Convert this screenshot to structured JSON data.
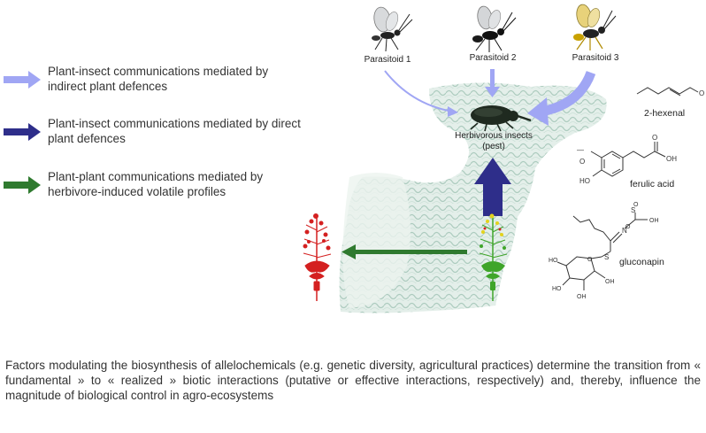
{
  "legend": [
    {
      "label": "Plant-insect communications mediated by indirect plant defences",
      "color": "#a0a6f4"
    },
    {
      "label": "Plant-insect communications mediated by direct plant defences",
      "color": "#2e2e8a"
    },
    {
      "label": "Plant-plant communications mediated by herbivore-induced volatile profiles",
      "color": "#2f7a2f"
    }
  ],
  "parasitoids": [
    "Parasitoid 1",
    "Parasitoid 2",
    "Parasitoid 3"
  ],
  "pest": {
    "line1": "Herbivorous insects",
    "line2": "(pest)"
  },
  "chemicals": {
    "hexenal": "2-hexenal",
    "ferulic": "ferulic acid",
    "gluconapin": "gluconapin"
  },
  "caption": "Factors modulating the biosynthesis of allelochemicals (e.g. genetic diversity, agricultural practices) determine the transition from « fundamental » to « realized » biotic interactions (putative or effective interactions, respectively) and, thereby, influence the magnitude of biological control in agro-ecosystems",
  "colors": {
    "indirect": "#a0a6f4",
    "direct": "#2e2e8a",
    "plant_plant": "#2f7a2f",
    "healthy_plant": "#3fa52a",
    "attacked_plant": "#d42020"
  }
}
